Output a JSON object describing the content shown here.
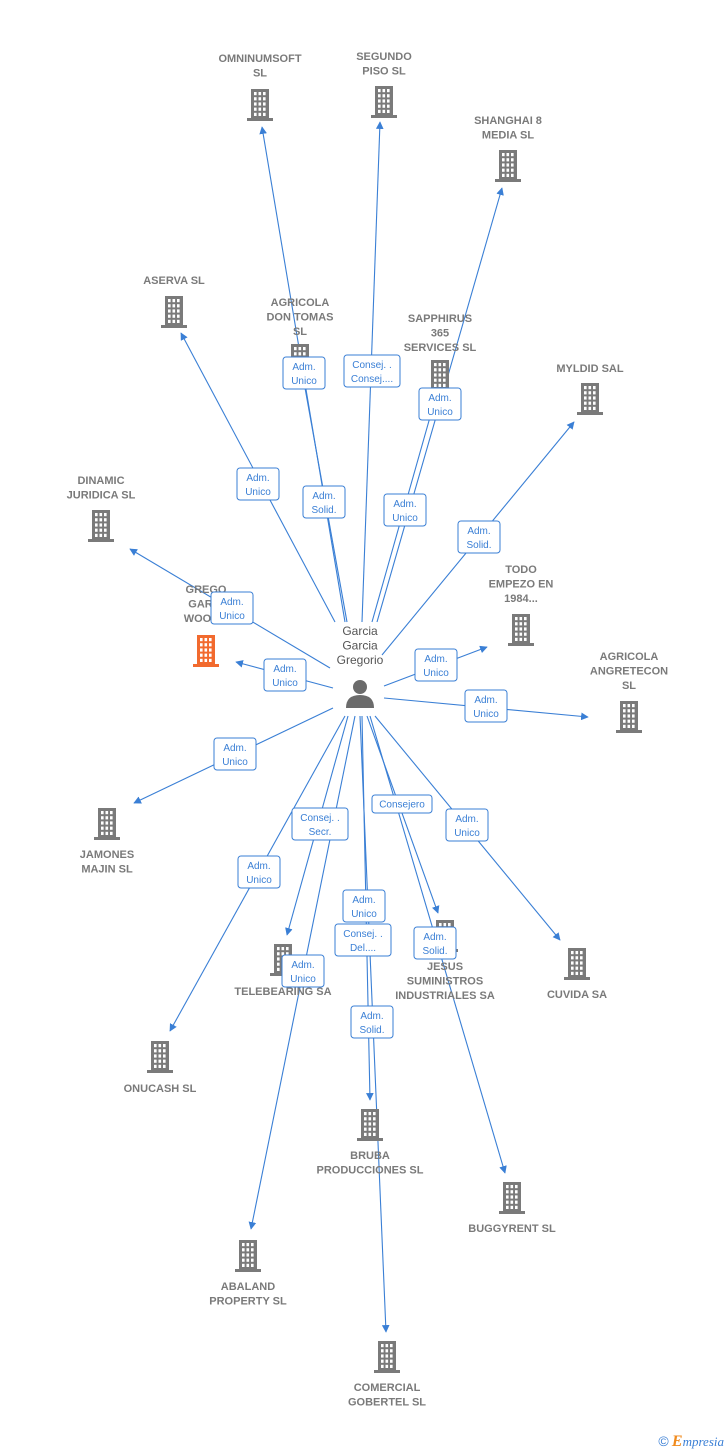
{
  "colors": {
    "edge": "#3a7fd5",
    "building": "#7a7a7a",
    "highlight": "#f26a2e",
    "person": "#6b6b6b"
  },
  "center": {
    "name_lines": [
      "Garcia",
      "Garcia",
      "Gregorio"
    ],
    "icon": "person-icon"
  },
  "companies": [
    {
      "id": "omninumsoft",
      "lines": [
        "OMNINUMSOFT",
        "SL"
      ],
      "icon": "building-icon"
    },
    {
      "id": "segundo",
      "lines": [
        "SEGUNDO",
        "PISO SL"
      ],
      "icon": "building-icon"
    },
    {
      "id": "shanghai",
      "lines": [
        "SHANGHAI 8",
        "MEDIA  SL"
      ],
      "icon": "building-icon"
    },
    {
      "id": "aserva",
      "lines": [
        "ASERVA  SL"
      ],
      "icon": "building-icon"
    },
    {
      "id": "agricola-don",
      "lines": [
        "AGRICOLA",
        "DON TOMAS",
        "SL"
      ],
      "icon": "building-icon"
    },
    {
      "id": "sapphirus",
      "lines": [
        "SAPPHIRUS",
        "365",
        "SERVICES  SL"
      ],
      "icon": "building-icon"
    },
    {
      "id": "myldid",
      "lines": [
        "MYLDID  SAL"
      ],
      "icon": "building-icon"
    },
    {
      "id": "dinamic",
      "lines": [
        "DINAMIC",
        "JURIDICA  SL"
      ],
      "icon": "building-icon"
    },
    {
      "id": "grego",
      "lines": [
        "GREGO",
        "GARCI",
        "WOOD..."
      ],
      "icon": "building-icon",
      "highlight": true
    },
    {
      "id": "todo",
      "lines": [
        "TODO",
        "EMPEZO EN",
        "1984..."
      ],
      "icon": "building-icon"
    },
    {
      "id": "angretecon",
      "lines": [
        "AGRICOLA",
        "ANGRETECON",
        "SL"
      ],
      "icon": "building-icon"
    },
    {
      "id": "jamones",
      "lines": [
        "JAMONES",
        "MAJIN  SL"
      ],
      "icon": "building-icon"
    },
    {
      "id": "telebearing",
      "lines": [
        "TELEBEARING SA"
      ],
      "icon": "building-icon"
    },
    {
      "id": "jesus",
      "lines": [
        "JESUS",
        "SUMINISTROS",
        "INDUSTRIALES SA"
      ],
      "icon": "building-icon"
    },
    {
      "id": "cuvida",
      "lines": [
        "CUVIDA SA"
      ],
      "icon": "building-icon"
    },
    {
      "id": "onucash",
      "lines": [
        "ONUCASH  SL"
      ],
      "icon": "building-icon"
    },
    {
      "id": "bruba",
      "lines": [
        "BRUBA",
        "PRODUCCIONES SL"
      ],
      "icon": "building-icon"
    },
    {
      "id": "buggyrent",
      "lines": [
        "BUGGYRENT SL"
      ],
      "icon": "building-icon"
    },
    {
      "id": "abaland",
      "lines": [
        "ABALAND",
        "PROPERTY SL"
      ],
      "icon": "building-icon"
    },
    {
      "id": "comercial",
      "lines": [
        "COMERCIAL",
        "GOBERTEL  SL"
      ],
      "icon": "building-icon"
    }
  ],
  "roles": [
    {
      "to": "omninumsoft",
      "lines": [
        "Adm.",
        "Unico"
      ]
    },
    {
      "to": "segundo",
      "lines": [
        "Consej. .",
        "Consej...."
      ]
    },
    {
      "to": "shanghai",
      "lines": [
        "Adm.",
        "Unico"
      ]
    },
    {
      "to": "aserva",
      "lines": [
        "Adm.",
        "Unico"
      ]
    },
    {
      "to": "agricola-don",
      "lines": [
        "Adm.",
        "Solid."
      ]
    },
    {
      "to": "sapphirus",
      "lines": [
        "Adm.",
        "Unico"
      ]
    },
    {
      "to": "myldid",
      "lines": [
        "Adm.",
        "Solid."
      ]
    },
    {
      "to": "dinamic",
      "lines": [
        "Adm.",
        "Unico"
      ]
    },
    {
      "to": "grego",
      "lines": [
        "Adm.",
        "Unico"
      ]
    },
    {
      "to": "todo",
      "lines": [
        "Adm.",
        "Unico"
      ]
    },
    {
      "to": "angretecon",
      "lines": [
        "Adm.",
        "Unico"
      ]
    },
    {
      "to": "jamones",
      "lines": [
        "Adm.",
        "Unico"
      ]
    },
    {
      "to": "telebearing",
      "lines": [
        "Consej. .",
        "Secr."
      ]
    },
    {
      "to": "jesus",
      "lines": [
        "Consejero"
      ]
    },
    {
      "to": "cuvida",
      "lines": [
        "Adm.",
        "Unico"
      ]
    },
    {
      "to": "onucash",
      "lines": [
        "Adm.",
        "Unico"
      ]
    },
    {
      "to": "bruba",
      "lines": [
        "Adm.",
        "Solid."
      ]
    },
    {
      "to": "buggyrent",
      "lines": [
        "Adm.",
        "Solid."
      ]
    },
    {
      "to": "abaland",
      "lines": [
        "Adm.",
        "Unico"
      ]
    },
    {
      "to": "comercial",
      "lines": [
        "Consej. .",
        "Del...."
      ]
    },
    {
      "to": "bruba",
      "lines": [
        "Adm.",
        "Unico"
      ]
    }
  ],
  "footer": {
    "symbol": "©",
    "brand_initial": "E",
    "brand_rest": "mpresia"
  }
}
